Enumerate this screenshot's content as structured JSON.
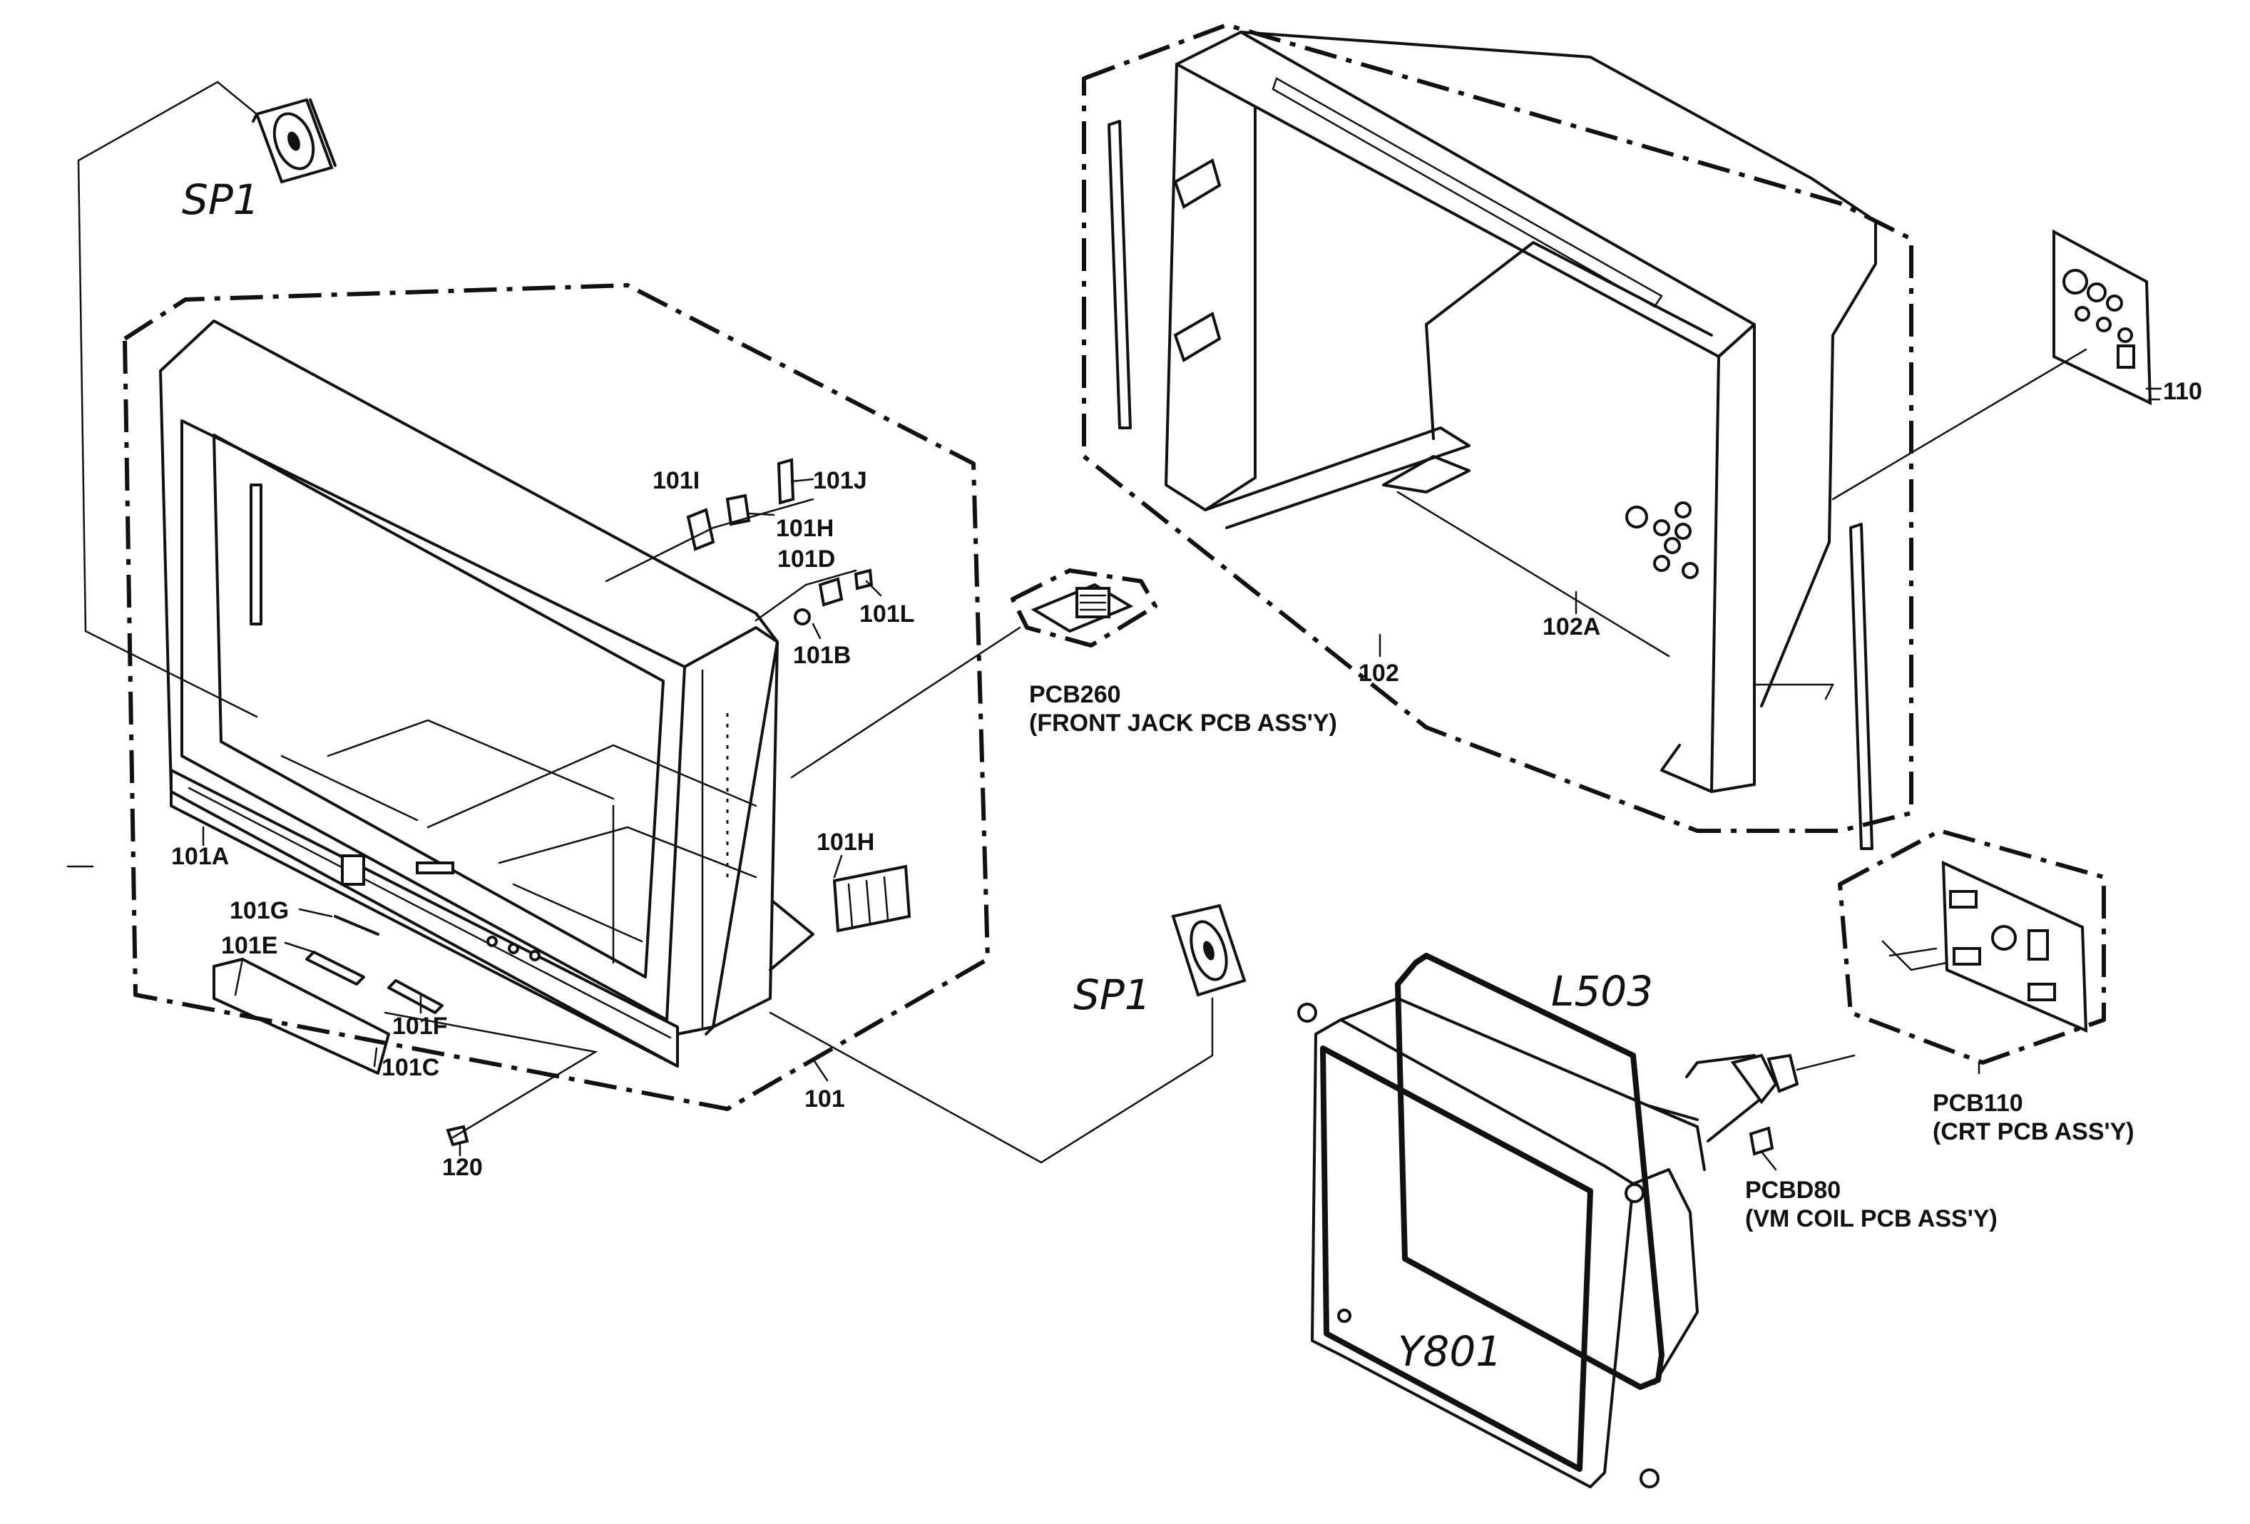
{
  "labels": {
    "sp1_top": "SP1",
    "sp1_bottom": "SP1",
    "l503": "L503",
    "y801": "Y801",
    "p101I": "101I",
    "p101J": "101J",
    "p101H_top": "101H",
    "p101D": "101D",
    "p101L": "101L",
    "p101B": "101B",
    "p101H_mid": "101H",
    "p101A": "101A",
    "p101G": "101G",
    "p101E": "101E",
    "p101F": "101F",
    "p101C": "101C",
    "p101": "101",
    "p120": "120",
    "pcb260": "PCB260",
    "pcb260_desc": "(FRONT JACK PCB ASS'Y)",
    "p102": "102",
    "p102A": "102A",
    "p110": "110",
    "pcb110": "PCB110",
    "pcb110_desc": "(CRT PCB ASS'Y)",
    "pcbd80": "PCBD80",
    "pcbd80_desc": "(VM COIL PCB ASS'Y)"
  }
}
